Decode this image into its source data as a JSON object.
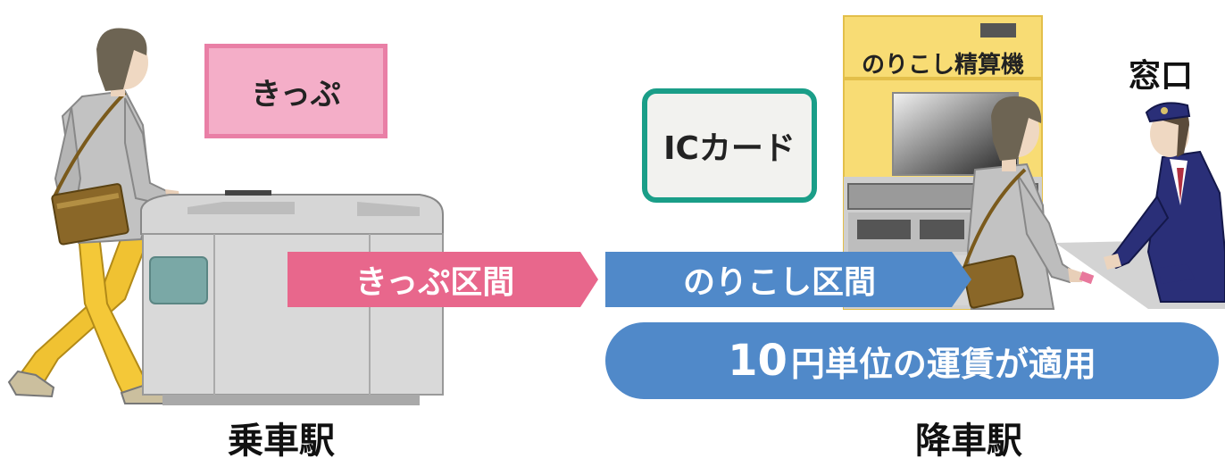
{
  "labels": {
    "ticket": "きっぷ",
    "ic_card": "ICカード",
    "fare_machine": "のりこし精算機",
    "ticket_window": "窓口",
    "ticket_section": "きっぷ区間",
    "override_section": "のりこし区間",
    "fare_number": "10",
    "fare_text": "円単位の運賃が適用",
    "boarding_station": "乗車駅",
    "alighting_station": "降車駅"
  },
  "colors": {
    "ticket_section": "#e8678c",
    "override_section": "#5089c9",
    "ic_border": "#1a9e88",
    "ticket_badge": "#f4aec8",
    "machine": "#f8dc74"
  }
}
